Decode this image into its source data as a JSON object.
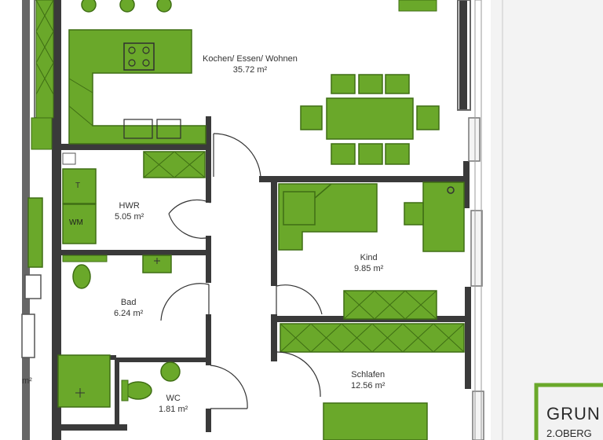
{
  "colors": {
    "accent": "#6aa82a",
    "accent_dark": "#3f6e14",
    "wall": "#3a3a3a",
    "wall_grey": "#9a9a9a",
    "paper": "#f4f4f0",
    "floor": "#ffffff"
  },
  "rooms": {
    "kochen": {
      "name": "Kochen/ Essen/ Wohnen",
      "area": "35.72 m²"
    },
    "hwr": {
      "name": "HWR",
      "area": "5.05 m²"
    },
    "kind": {
      "name": "Kind",
      "area": "9.85 m²"
    },
    "bad": {
      "name": "Bad",
      "area": "6.24 m²"
    },
    "schlafen": {
      "name": "Schlafen",
      "area": "12.56 m²"
    },
    "wc": {
      "name": "WC",
      "area": "1.81 m²"
    },
    "left_cut_area": "m²"
  },
  "appliances": {
    "dryer": "T",
    "washer": "WM"
  },
  "corner_box": {
    "line1": "GRUN",
    "line2": "2.OBERG"
  }
}
